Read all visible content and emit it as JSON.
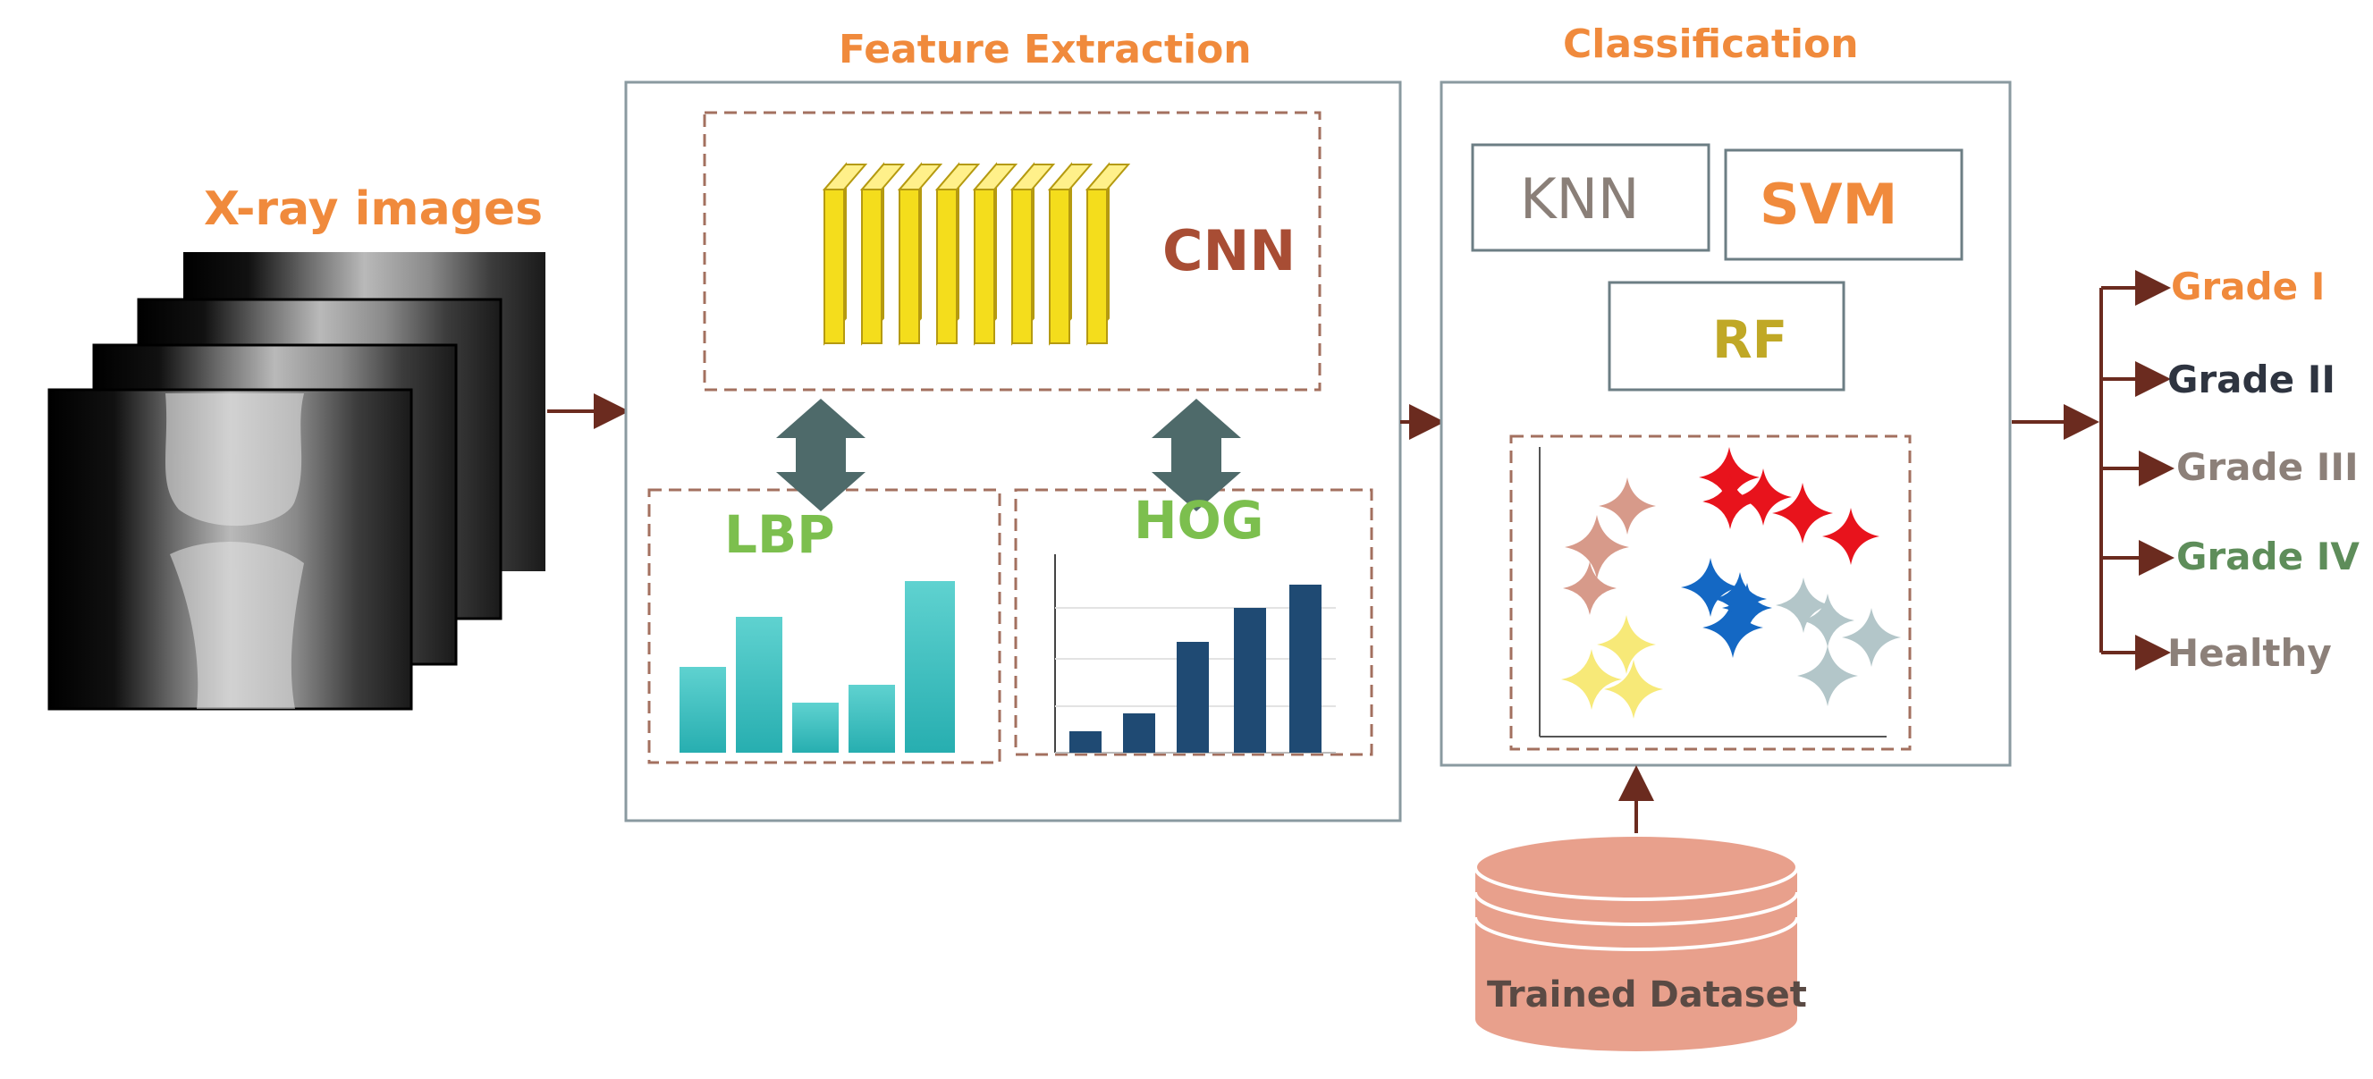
{
  "input": {
    "title": "X-ray images"
  },
  "feature_extraction": {
    "title": "Feature Extraction",
    "cnn_label": "CNN",
    "lbp_label": "LBP",
    "hog_label": "HOG"
  },
  "classification": {
    "title": "Classification",
    "classifiers": [
      "KNN",
      "SVM",
      "RF"
    ]
  },
  "dataset": {
    "label": "Trained Dataset"
  },
  "outputs": [
    "Grade I",
    "Grade II",
    "Grade III",
    "Grade IV",
    "Healthy"
  ],
  "colors": {
    "title_orange": "#f08a3c",
    "box_border": "#8a9aa0",
    "dashed_border": "#a3705f",
    "arrow": "#6b2b1f",
    "double_arrow": "#4e6a6a",
    "lbp_bars": "#3ec1c0",
    "hog_bars": "#1f4a73",
    "cnn_filters": "#f4dd1c",
    "database": "#e8a08c",
    "cluster_salmon": "#d79a8a",
    "cluster_red": "#e8131c",
    "cluster_blue": "#1468c4",
    "cluster_yellow": "#f7e978",
    "cluster_gray": "#b3c6c9"
  }
}
